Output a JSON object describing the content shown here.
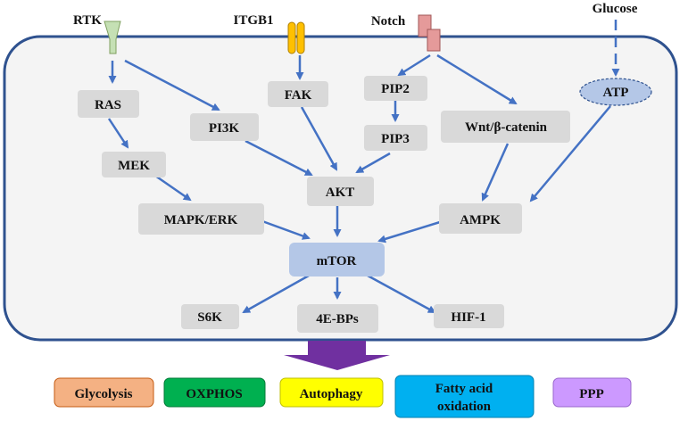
{
  "receptors": {
    "rtk": "RTK",
    "itgb1": "ITGB1",
    "notch": "Notch",
    "glucose": "Glucose"
  },
  "nodes": {
    "ras": "RAS",
    "pi3k": "PI3K",
    "fak": "FAK",
    "pip2": "PIP2",
    "pip3": "PIP3",
    "wnt": "Wnt/β-catenin",
    "atp": "ATP",
    "mek": "MEK",
    "akt": "AKT",
    "mapk": "MAPK/ERK",
    "ampk": "AMPK",
    "mtor": "mTOR",
    "s6k": "S6K",
    "ebp": "4E-BPs",
    "hif": "HIF-1"
  },
  "outputs": {
    "glycolysis": "Glycolysis",
    "oxphos": "OXPHOS",
    "autophagy": "Autophagy",
    "fao_line1": "Fatty acid",
    "fao_line2": "oxidation",
    "ppp": "PPP"
  },
  "colors": {
    "membrane": "#2f528f",
    "arrow": "#4472c4",
    "node_fill": "#d9d9d9",
    "mtor_fill": "#b4c7e7",
    "atp_fill": "#b4c7e7",
    "big_arrow": "#7030a0",
    "glycolysis": "#f4b183",
    "oxphos": "#00b050",
    "autophagy": "#ffff00",
    "fatty_acid_oxidation": "#00b0f0",
    "ppp": "#cc99ff",
    "rtk": "#c5e0b4",
    "itgb1": "#ffc000",
    "notch": "#e59a9a"
  }
}
